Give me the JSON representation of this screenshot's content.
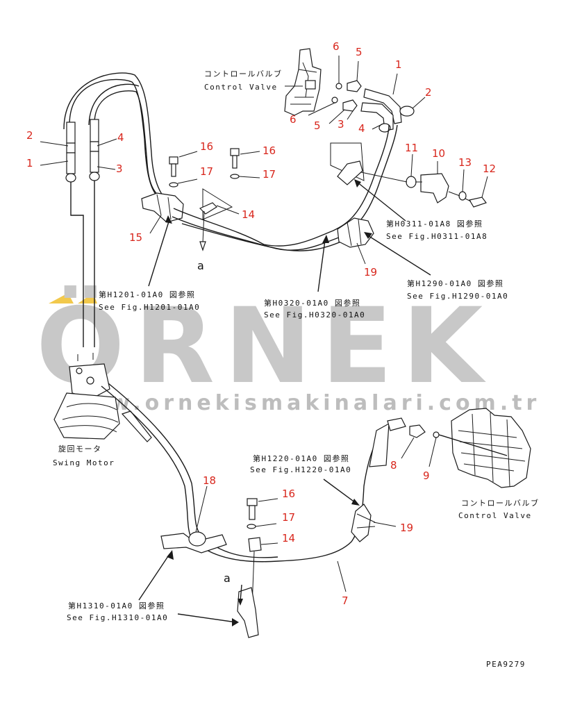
{
  "watermark": {
    "brand": "ÖRNEK",
    "url": "www.ornekismakinalari.com.tr",
    "accent_color": "#f2c94c",
    "text_color": "#c8c8c8"
  },
  "labels": {
    "control_valve_top_jp": "コントロールバルブ",
    "control_valve_top_en": "Control Valve",
    "control_valve_bottom_jp": "コントロールバルブ",
    "control_valve_bottom_en": "Control Valve",
    "swing_motor_jp": "旋回モータ",
    "swing_motor_en": "Swing Motor",
    "ref_h0311_jp": "第H0311-01A8 図参照",
    "ref_h0311_en": "See Fig.H0311-01A8",
    "ref_h1290_jp": "第H1290-01A0 図参照",
    "ref_h1290_en": "See Fig.H1290-01A0",
    "ref_h1201_jp": "第H1201-01A0 図参照",
    "ref_h1201_en": "See Fig.H1201-01A0",
    "ref_h0320_jp": "第H0320-01A0 図参照",
    "ref_h0320_en": "See Fig.H0320-01A0",
    "ref_h1220_jp": "第H1220-01A0 図参照",
    "ref_h1220_en": "See Fig.H1220-01A0",
    "ref_h1310_jp": "第H1310-01A0 図参照",
    "ref_h1310_en": "See Fig.H1310-01A0",
    "section_a_top": "a",
    "section_a_bottom": "a",
    "drawing_code": "PEA9279"
  },
  "callouts": [
    {
      "id": "c1",
      "text": "6"
    },
    {
      "id": "c2",
      "text": "5"
    },
    {
      "id": "c3",
      "text": "1"
    },
    {
      "id": "c4",
      "text": "2"
    },
    {
      "id": "c5",
      "text": "6"
    },
    {
      "id": "c6",
      "text": "5"
    },
    {
      "id": "c7",
      "text": "3"
    },
    {
      "id": "c8",
      "text": "4"
    },
    {
      "id": "c9",
      "text": "2"
    },
    {
      "id": "c10",
      "text": "4"
    },
    {
      "id": "c11",
      "text": "1"
    },
    {
      "id": "c12",
      "text": "3"
    },
    {
      "id": "c13",
      "text": "16"
    },
    {
      "id": "c14",
      "text": "16"
    },
    {
      "id": "c15",
      "text": "17"
    },
    {
      "id": "c16",
      "text": "17"
    },
    {
      "id": "c17",
      "text": "14"
    },
    {
      "id": "c18",
      "text": "15"
    },
    {
      "id": "c19",
      "text": "11"
    },
    {
      "id": "c20",
      "text": "10"
    },
    {
      "id": "c21",
      "text": "13"
    },
    {
      "id": "c22",
      "text": "12"
    },
    {
      "id": "c23",
      "text": "19"
    },
    {
      "id": "c24",
      "text": "18"
    },
    {
      "id": "c25",
      "text": "16"
    },
    {
      "id": "c26",
      "text": "17"
    },
    {
      "id": "c27",
      "text": "14"
    },
    {
      "id": "c28",
      "text": "8"
    },
    {
      "id": "c29",
      "text": "9"
    },
    {
      "id": "c30",
      "text": "19"
    },
    {
      "id": "c31",
      "text": "7"
    }
  ]
}
